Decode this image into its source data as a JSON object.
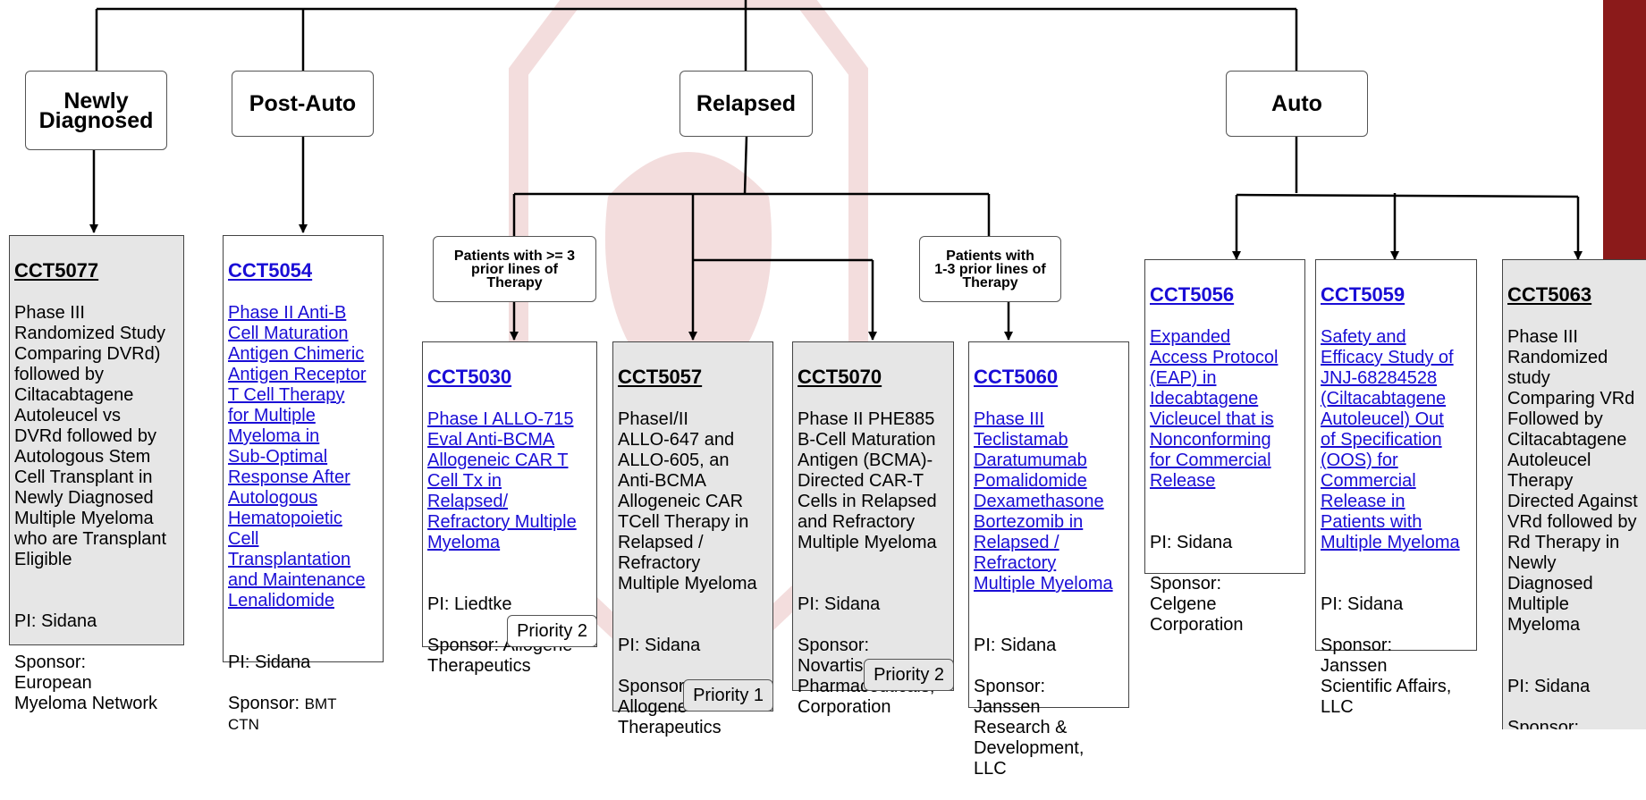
{
  "colors": {
    "link": "#1a0dd6",
    "gray_box": "#e6e6e6",
    "brand": "#8b1a1a"
  },
  "categories": {
    "newly_diagnosed": "Newly\nDiagnosed",
    "post_auto": "Post-Auto",
    "relapsed": "Relapsed",
    "auto": "Auto"
  },
  "subgroups": {
    "three_plus": "Patients with >= 3\nprior lines of\nTherapy",
    "one_to_three": "Patients with\n1-3 prior lines of\nTherapy"
  },
  "trials": {
    "cct5077": {
      "id": "CCT5077",
      "desc": "Phase III\nRandomized Study\nComparing DVRd)\nfollowed by\nCiltacabtagene\nAutoleucel vs\nDVRd followed by\nAutologous Stem\nCell Transplant in\nNewly Diagnosed\nMultiple Myeloma\nwho are Transplant\nEligible",
      "pi": "PI: Sidana",
      "sponsor": "Sponsor:\nEuropean\nMyeloma Network"
    },
    "cct5054": {
      "id": "CCT5054",
      "desc": "Phase II Anti-B\nCell Maturation\nAntigen Chimeric\nAntigen Receptor\nT Cell Therapy\nfor Multiple\nMyeloma in\nSub-Optimal\nResponse After\nAutologous\nHematopoietic\nCell\nTransplantation\nand Maintenance\nLenalidomide",
      "pi": "PI: Sidana",
      "sponsor_label": "Sponsor: ",
      "sponsor": "BMT\nCTN"
    },
    "cct5030": {
      "id": "CCT5030",
      "desc": "Phase I ALLO-715\nEval Anti-BCMA\nAllogeneic CAR T\nCell Tx in\nRelapsed/\nRefractory Multiple\nMyeloma",
      "pi": "PI: Liedtke",
      "sponsor": "Sponsor: Allogene\nTherapeutics",
      "priority": "Priority 2"
    },
    "cct5057": {
      "id": "CCT5057",
      "desc": "PhaseI/II\nALLO-647 and\nALLO-605, an\nAnti-BCMA\nAllogeneic CAR\nTCell Therapy in\nRelapsed /\nRefractory\nMultiple Myeloma",
      "pi": "PI: Sidana",
      "sponsor": "Sponsor:\nAllogene\nTherapeutics",
      "priority": "Priority 1"
    },
    "cct5070": {
      "id": "CCT5070",
      "desc": "Phase II PHE885\nB-Cell Maturation\nAntigen (BCMA)-\nDirected CAR-T\nCells in Relapsed\nand Refractory\nMultiple Myeloma",
      "pi": "PI: Sidana",
      "sponsor": "Sponsor:\nNovartis\nPharmaceuticals,\nCorporation",
      "priority": "Priority 2"
    },
    "cct5060": {
      "id": "CCT5060",
      "desc": "Phase III\nTeclistamab\nDaratumumab\nPomalidomide\nDexamethasone\nBortezomib in\nRelapsed /\nRefractory\nMultiple Myeloma",
      "pi": "PI: Sidana",
      "sponsor": "Sponsor:\nJanssen\nResearch &\nDevelopment,\nLLC"
    },
    "cct5056": {
      "id": "CCT5056",
      "desc": "Expanded\nAccess Protocol\n(EAP) in\nIdecabtagene\nVicleucel that is\nNonconforming\nfor Commercial\nRelease",
      "pi": "PI: Sidana",
      "sponsor": "Sponsor:\nCelgene\nCorporation"
    },
    "cct5059": {
      "id": "CCT5059",
      "desc": "Safety and\nEfficacy Study of\nJNJ-68284528\n(Ciltacabtagene\nAutoleucel) Out\nof Specification\n(OOS) for\nCommercial\nRelease in\nPatients with\nMultiple Myeloma",
      "pi": "PI: Sidana",
      "sponsor": "Sponsor:\nJanssen\nScientific Affairs,\nLLC"
    },
    "cct5063": {
      "id": "CCT5063",
      "desc": "Phase III\nRandomized\nstudy\nComparing VRd\nFollowed by\nCiltacabtagene\nAutoleucel\nTherapy\nDirected Against\nVRd followed by\nRd Therapy in\nNewly\nDiagnosed\nMultiple\nMyeloma",
      "pi": "PI: Sidana",
      "sponsor": "Sponsor:\nJanssen\nScientific Affairs,\nLLC"
    }
  }
}
